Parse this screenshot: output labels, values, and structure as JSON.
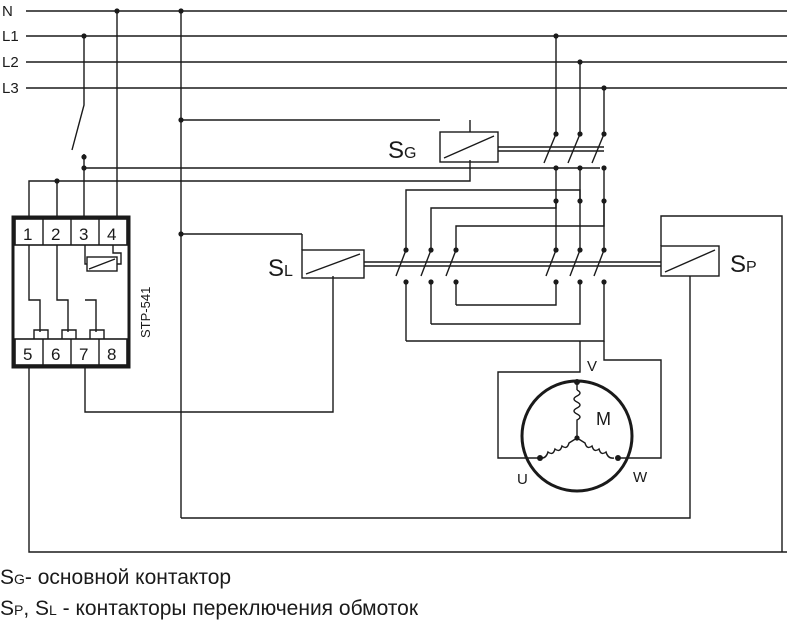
{
  "lines": {
    "n": "N",
    "l1": "L1",
    "l2": "L2",
    "l3": "L3"
  },
  "relay": {
    "model": "STP-541",
    "top_terminals": [
      "1",
      "2",
      "3",
      "4"
    ],
    "bottom_terminals": [
      "5",
      "6",
      "7",
      "8"
    ]
  },
  "contactors": {
    "sg": {
      "main": "S",
      "sub": "G"
    },
    "sl": {
      "main": "S",
      "sub": "L"
    },
    "sp": {
      "main": "S",
      "sub": "P"
    }
  },
  "motor": {
    "label": "M",
    "terminals": {
      "u": "U",
      "v": "V",
      "w": "W"
    }
  },
  "captions": {
    "line1_text": "- основной контактор",
    "line2_sep": ", ",
    "line2_text": " - контакторы переключения обмоток"
  }
}
